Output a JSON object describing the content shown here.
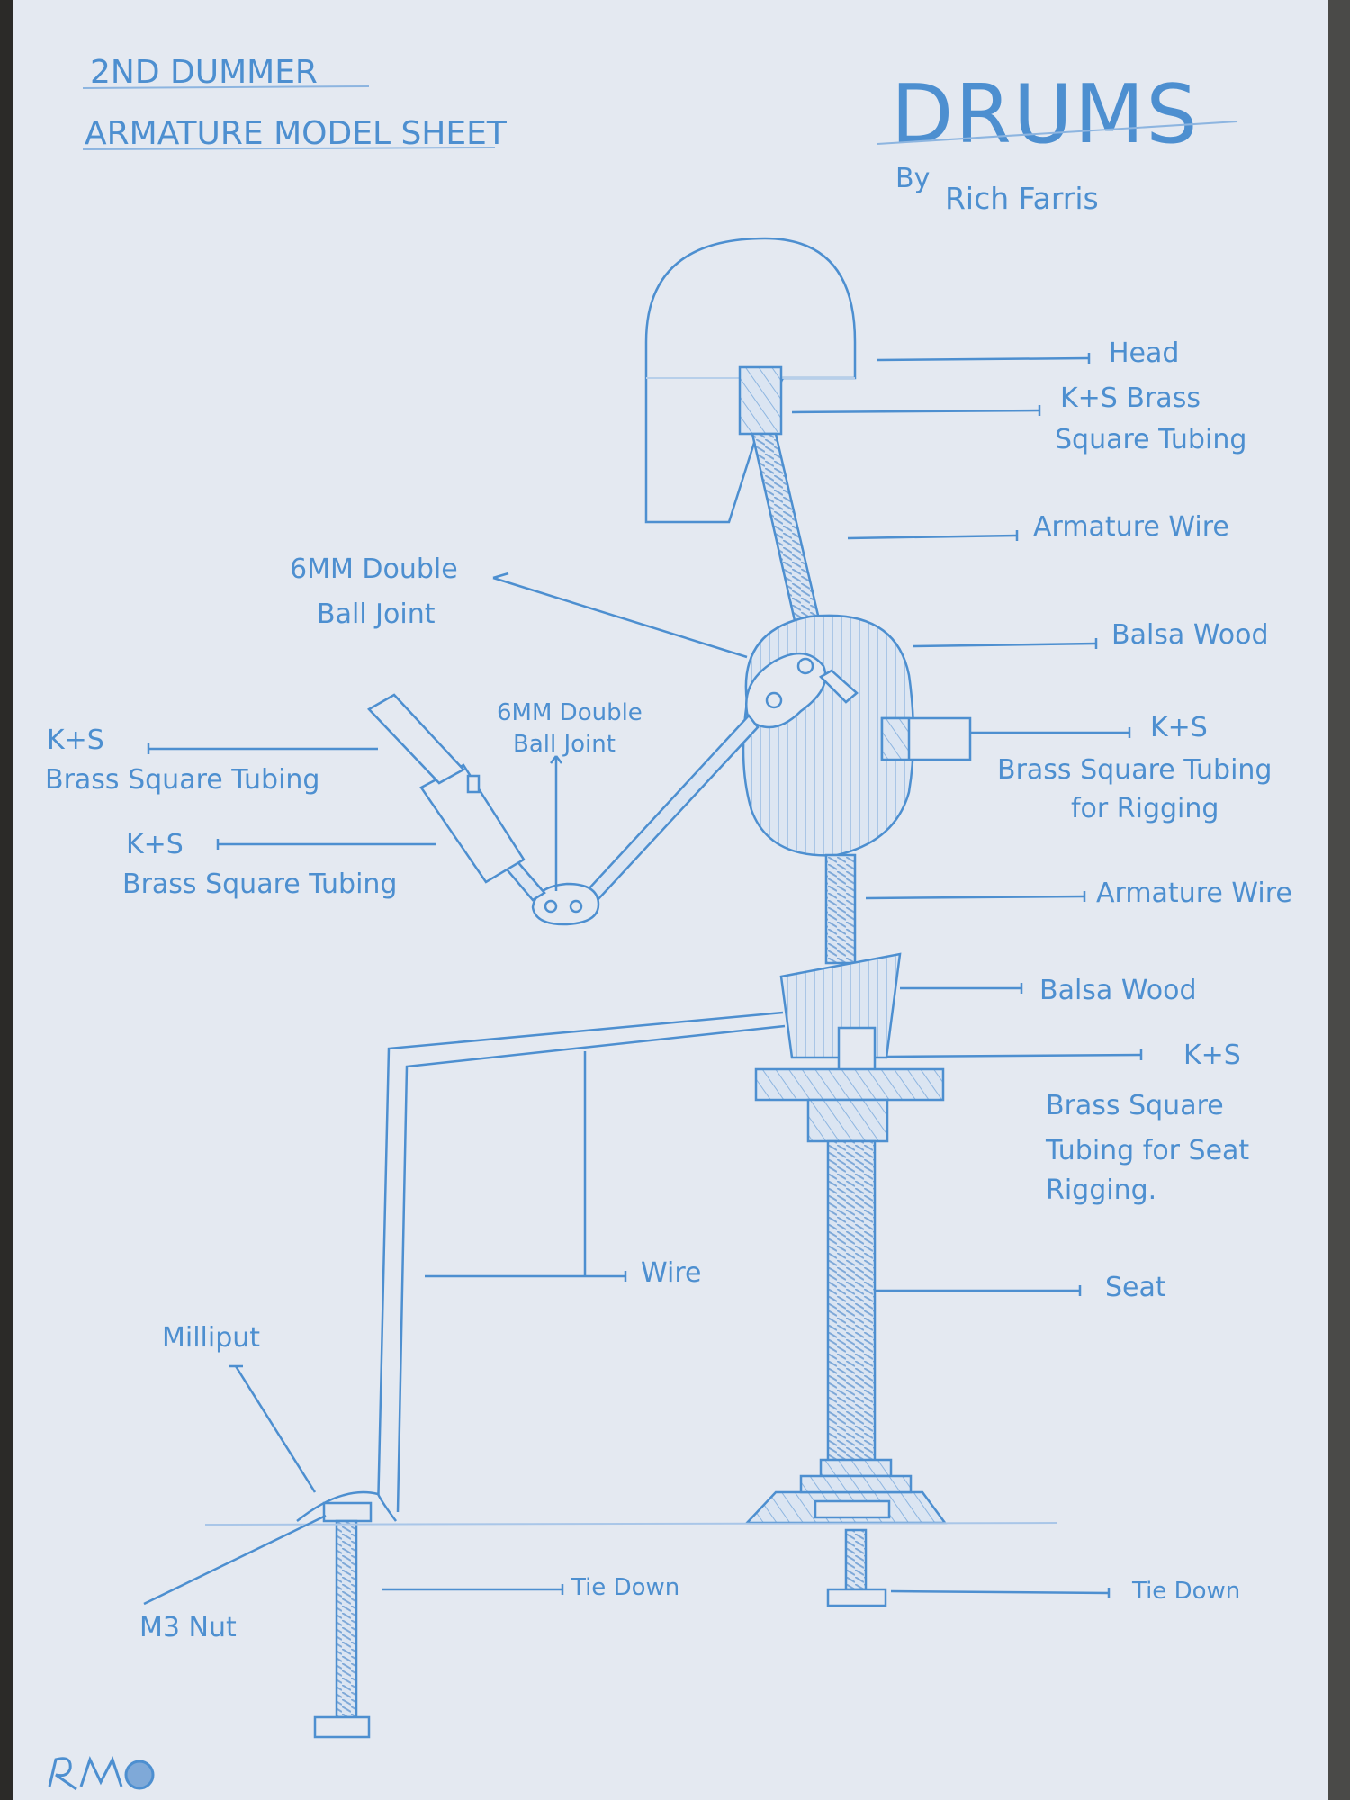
{
  "sheet": {
    "header_line1": "2ND DUMMER",
    "header_line2": "ARMATURE MODEL SHEET",
    "title": "DRUMS",
    "byline": "By",
    "author": "Rich Farris",
    "signature": "RM"
  },
  "labels": {
    "head": "Head",
    "ks_tube_head_1": "K+S Brass",
    "ks_tube_head_2": "Square Tubing",
    "armature_wire_neck": "Armature Wire",
    "double_ball_1a": "6MM Double",
    "double_ball_1b": "Ball Joint",
    "balsa_chest": "Balsa Wood",
    "ks_rig_1": "K+S",
    "ks_rig_2": "Brass Square Tubing",
    "ks_rig_3": "for Rigging",
    "ks_forearm_1": "K+S",
    "ks_forearm_2": "Brass Square Tubing",
    "double_ball_2a": "6MM Double",
    "double_ball_2b": "Ball Joint",
    "ks_wrist_1": "K+S",
    "ks_wrist_2": "Brass Square Tubing",
    "armature_wire_spine": "Armature Wire",
    "balsa_hips": "Balsa Wood",
    "ks_seat_1": "K+S",
    "ks_seat_2": "Brass Square",
    "ks_seat_3": "Tubing for Seat",
    "ks_seat_4": "Rigging.",
    "wire": "Wire",
    "seat": "Seat",
    "milliput": "Milliput",
    "m3_nut": "M3 Nut",
    "tie_down_left": "Tie Down",
    "tie_down_right": "Tie Down"
  },
  "colors": {
    "paper": "#e4e9f1",
    "ink": "#4d8fd0",
    "ink_light": "#a9c6e8",
    "background": "#2b2a28"
  }
}
